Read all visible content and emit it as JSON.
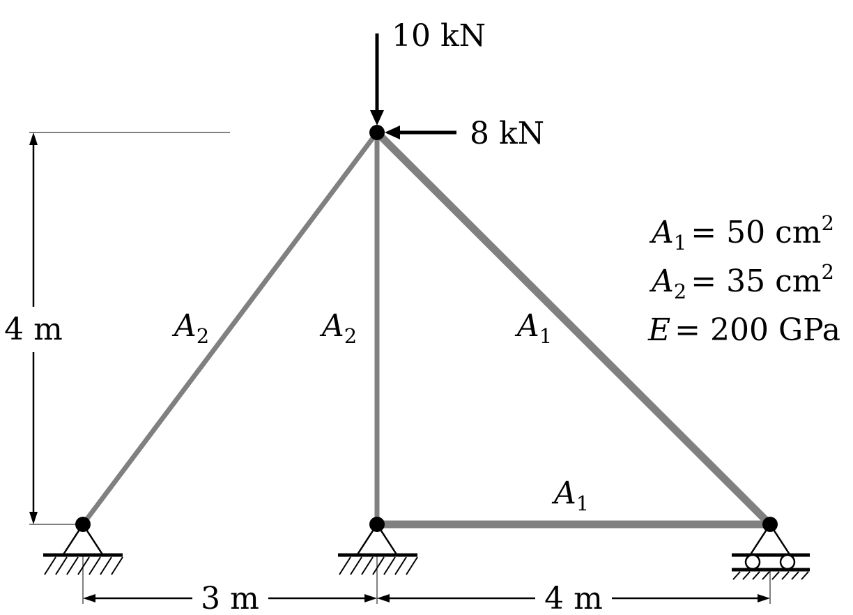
{
  "loads": {
    "vertical": "10 kN",
    "horizontal": "8 kN"
  },
  "dimensions": {
    "height": "4 m",
    "left_span": "3 m",
    "right_span": "4 m"
  },
  "members": {
    "left_diagonal": {
      "symbol": "A",
      "index": "2"
    },
    "vertical": {
      "symbol": "A",
      "index": "2"
    },
    "right_diagonal": {
      "symbol": "A",
      "index": "1"
    },
    "bottom_chord": {
      "symbol": "A",
      "index": "1"
    }
  },
  "properties": {
    "a1": {
      "symbol": "A",
      "index": "1",
      "value": "= 50 cm",
      "power": "2"
    },
    "a2": {
      "symbol": "A",
      "index": "2",
      "value": "= 35 cm",
      "power": "2"
    },
    "e": {
      "symbol": "E",
      "value": "= 200 GPa"
    }
  },
  "colors": {
    "member": "#808080",
    "ink": "#000000",
    "background": "#ffffff"
  }
}
